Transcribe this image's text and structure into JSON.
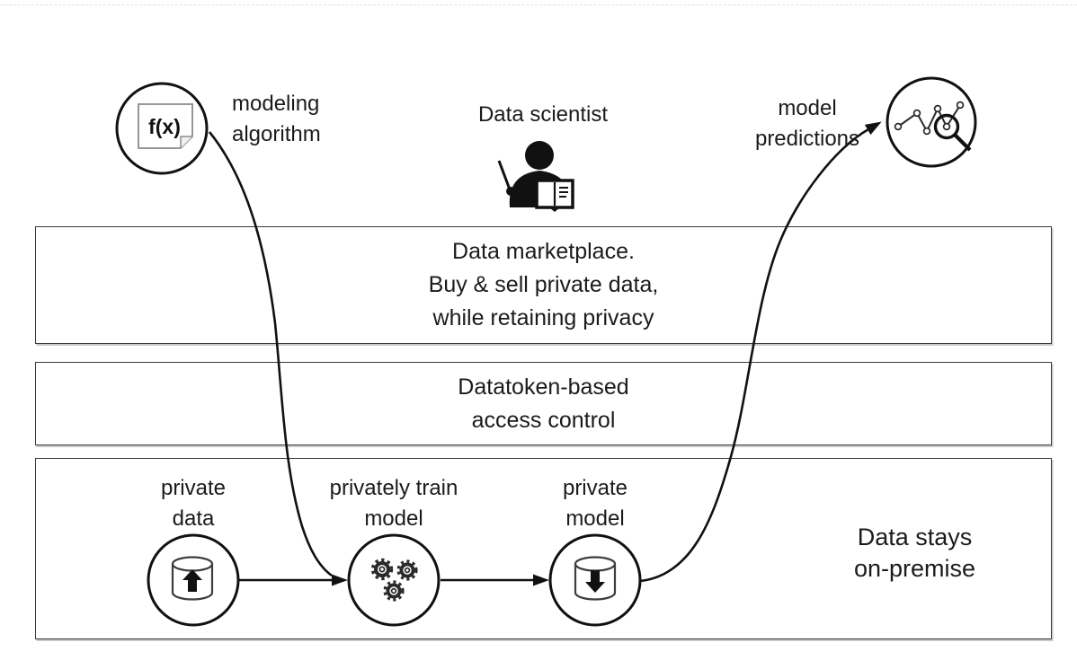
{
  "labels": {
    "modeling_algorithm": [
      "modeling",
      "algorithm"
    ],
    "fx": "f(x)",
    "data_scientist": "Data scientist",
    "model_predictions": [
      "model",
      "predictions"
    ],
    "marketplace": [
      "Data marketplace.",
      "Buy & sell private data,",
      "while retaining privacy"
    ],
    "datatoken": [
      "Datatoken-based",
      "access control"
    ],
    "private_data": [
      "private",
      "data"
    ],
    "train_model": [
      "privately train",
      "model"
    ],
    "private_model": [
      "private",
      "model"
    ],
    "on_premise": [
      "Data stays",
      "on-premise"
    ]
  },
  "icons": {
    "modeling_algorithm": "fx-document-icon",
    "data_scientist": "person-with-book-icon",
    "model_predictions": "chart-magnifier-icon",
    "private_data": "database-upload-icon",
    "train_model": "gears-icon",
    "private_model": "database-download-icon"
  },
  "colors": {
    "ink": "#111111",
    "band_border": "#3a3a3a",
    "background": "#ffffff"
  }
}
